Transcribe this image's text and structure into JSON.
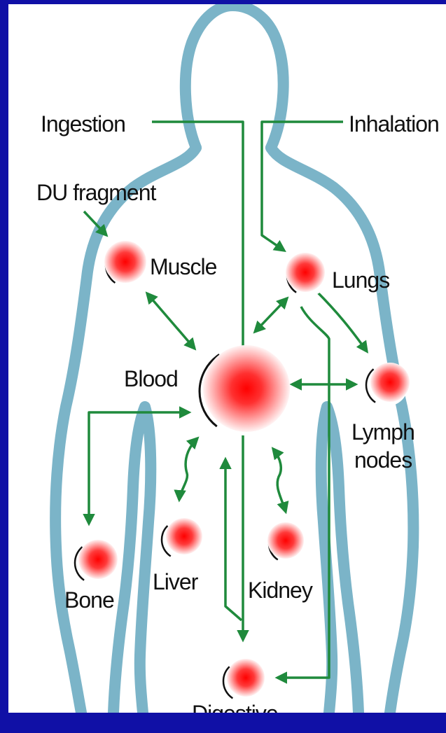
{
  "colors": {
    "background": "#1010a6",
    "panel": "#ffffff",
    "body_outline": "#7bb4c8",
    "arrow": "#1f8a3c",
    "organ": "#ff1a1a",
    "label": "#111111"
  },
  "labels": {
    "ingestion": "Ingestion",
    "inhalation": "Inhalation",
    "du_fragment": "DU fragment",
    "muscle": "Muscle",
    "lungs": "Lungs",
    "blood": "Blood",
    "lymph_line1": "Lymph",
    "lymph_line2": "nodes",
    "bone": "Bone",
    "liver": "Liver",
    "kidney": "Kidney",
    "digestive": "Digestive"
  }
}
